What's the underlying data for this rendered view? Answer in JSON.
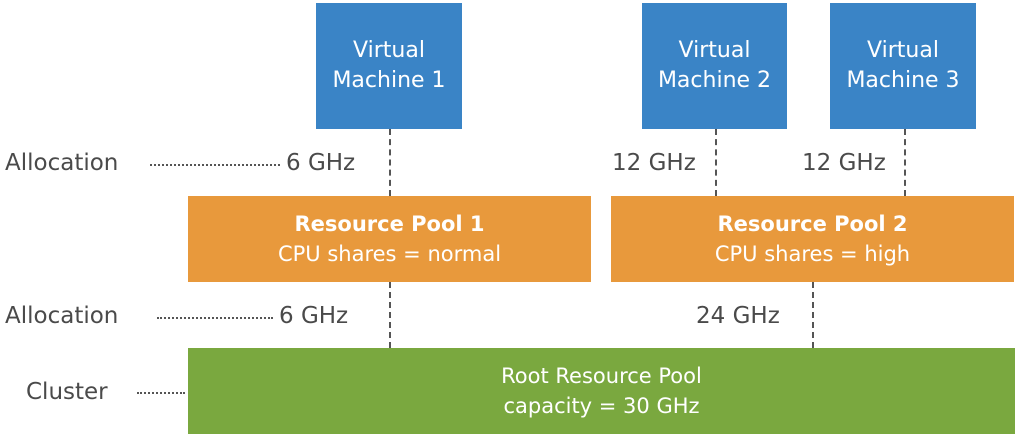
{
  "vms": [
    {
      "line1": "Virtual",
      "line2": "Machine 1",
      "allocation": "6 GHz"
    },
    {
      "line1": "Virtual",
      "line2": "Machine 2",
      "allocation": "12 GHz"
    },
    {
      "line1": "Virtual",
      "line2": "Machine 3",
      "allocation": "12 GHz"
    }
  ],
  "pools": [
    {
      "name": "Resource Pool 1",
      "shares": "CPU shares = normal",
      "allocation": "6 GHz"
    },
    {
      "name": "Resource Pool 2",
      "shares": "CPU shares = high",
      "allocation": "24 GHz"
    }
  ],
  "root": {
    "name": "Root Resource Pool",
    "capacity": "capacity = 30 GHz"
  },
  "labels": {
    "allocation_top": "Allocation",
    "allocation_bottom": "Allocation",
    "cluster": "Cluster"
  },
  "colors": {
    "vm": "#3a84c6",
    "pool": "#e8993c",
    "root": "#7aa83f"
  }
}
